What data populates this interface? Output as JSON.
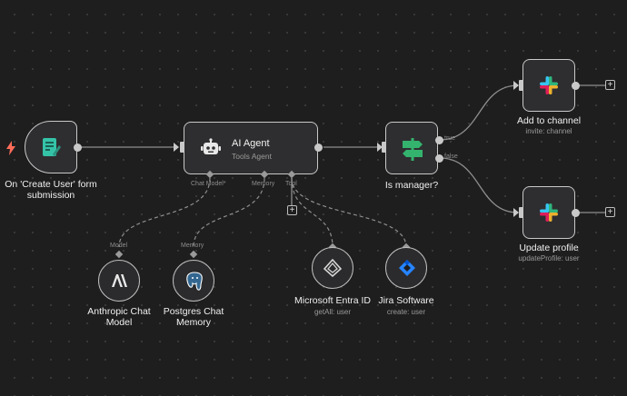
{
  "trigger": {
    "title_line1": "On 'Create User' form",
    "title_line2": "submission"
  },
  "agent": {
    "title": "AI Agent",
    "subtitle": "Tools Agent",
    "port_chat_model": "Chat Model*",
    "port_memory": "Memory",
    "port_tool": "Tool"
  },
  "manager": {
    "title": "Is manager?",
    "port_true": "true",
    "port_false": "false"
  },
  "add_channel": {
    "title": "Add to channel",
    "subtitle": "invite: channel"
  },
  "update_profile": {
    "title": "Update profile",
    "subtitle": "updateProfile: user"
  },
  "anthropic": {
    "port": "Model",
    "title_line1": "Anthropic Chat",
    "title_line2": "Model"
  },
  "postgres": {
    "port": "Memory",
    "title_line1": "Postgres Chat",
    "title_line2": "Memory"
  },
  "entra": {
    "title": "Microsoft Entra ID",
    "subtitle": "getAll: user"
  },
  "jira": {
    "title": "Jira Software",
    "subtitle": "create: user"
  },
  "colors": {
    "canvas": "#1e1e1f",
    "node_bg": "#2e2e30",
    "border": "#c9c9c9",
    "form_teal": "#35c3a8",
    "if_green": "#34b36e",
    "jira_blue": "#2684ff",
    "trigger_bolt": "#ff6d5a"
  },
  "icons": {
    "trigger_bolt": "bolt-icon",
    "form": "form-icon",
    "agent": "robot-icon",
    "if": "signpost-icon",
    "slack": "slack-icon",
    "anthropic": "anthropic-icon",
    "postgres": "postgres-icon",
    "entra": "entra-icon",
    "jira": "jira-icon"
  }
}
